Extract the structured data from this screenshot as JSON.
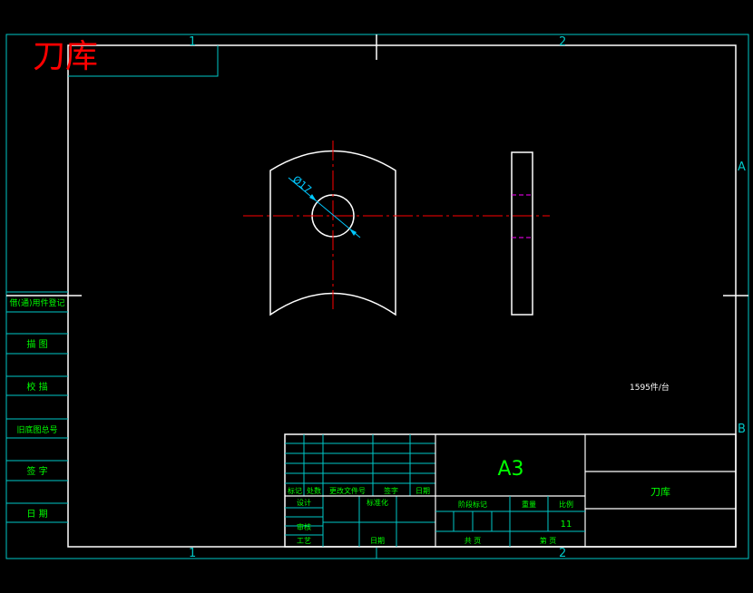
{
  "drawing": {
    "title_overlay": "刀库",
    "zone_numbers": {
      "top_1": "1",
      "top_2": "2",
      "bottom_1": "1",
      "bottom_2": "2",
      "right_a": "A",
      "right_b": "B"
    },
    "side_labels": [
      "借(通)用件登记",
      "描 图",
      "校 描",
      "旧底图总号",
      "签 字",
      "日 期"
    ],
    "dimension": "Ø17",
    "note": "1595件/台",
    "colors": {
      "frame": "#ffffff",
      "zone": "#00c8c8",
      "text": "#00ff00",
      "center": "#ff0000",
      "dim": "#00c8ff",
      "title_red": "#ff0000"
    }
  },
  "title_block": {
    "sheet_size": "A3",
    "part_name": "刀库",
    "headers": {
      "mark": "标记",
      "count": "处数",
      "change_doc": "更改文件号",
      "sign": "签字",
      "date": "日期"
    },
    "roles": {
      "design": "设计",
      "standard": "标准化",
      "review": "审核",
      "process": "工艺",
      "date_label": "日期"
    },
    "stage_labels": {
      "stage_mark": "阶段标记",
      "weight": "重量",
      "scale": "比例"
    },
    "scale_value": "11",
    "sheet_labels": {
      "total": "共 页",
      "page": "第 页"
    }
  }
}
